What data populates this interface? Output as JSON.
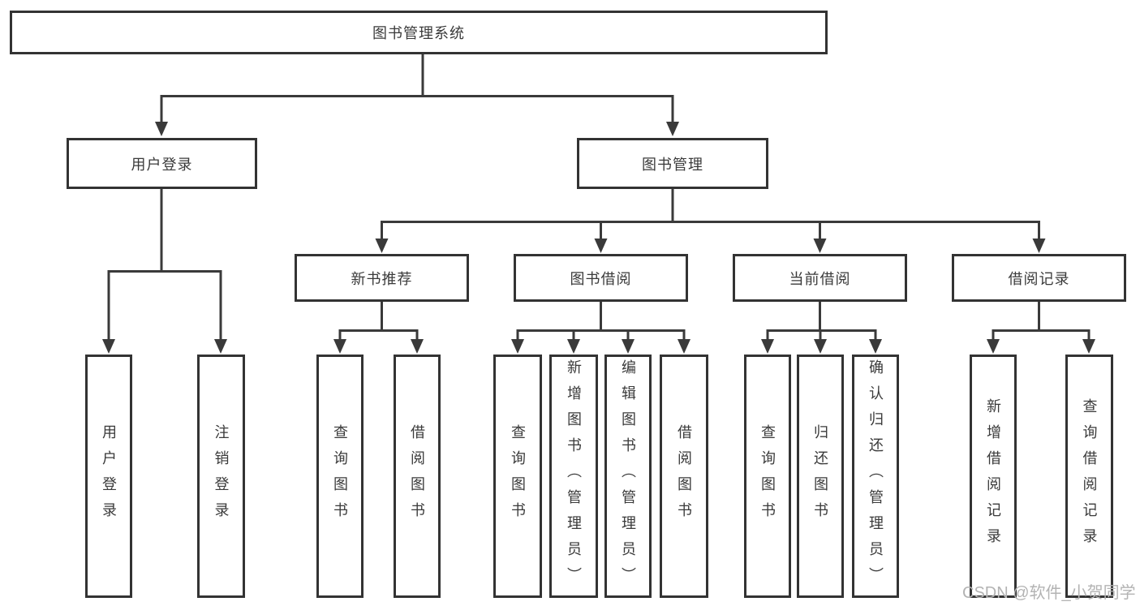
{
  "root": {
    "label": "图书管理系统"
  },
  "level2": {
    "user_login": {
      "label": "用户登录"
    },
    "book_management": {
      "label": "图书管理"
    }
  },
  "level3": {
    "new_book_recommendation": {
      "label": "新书推荐"
    },
    "book_borrowing": {
      "label": "图书借阅"
    },
    "current_borrowing": {
      "label": "当前借阅"
    },
    "borrowing_records": {
      "label": "借阅记录"
    }
  },
  "leaves": {
    "user_login": {
      "label": "用户登录"
    },
    "logout": {
      "label": "注销登录"
    },
    "recommend_query_book": {
      "label": "查询图书"
    },
    "recommend_borrow_book": {
      "label": "借阅图书"
    },
    "borrowing_query_book": {
      "label": "查询图书"
    },
    "borrowing_add_book_admin": {
      "label": "新增图书（管理员）"
    },
    "borrowing_edit_book_admin": {
      "label": "编辑图书（管理员）"
    },
    "borrowing_borrow_book": {
      "label": "借阅图书"
    },
    "current_query_book": {
      "label": "查询图书"
    },
    "current_return_book": {
      "label": "归还图书"
    },
    "current_confirm_return_admin": {
      "label": "确认归还（管理员）"
    },
    "records_add_record": {
      "label": "新增借阅记录"
    },
    "records_query_record": {
      "label": "查询借阅记录"
    }
  },
  "watermark": {
    "text": "CSDN @软件_小贺同学"
  },
  "colors": {
    "line": "#3a3a3a",
    "box_border": "#333333",
    "text": "#3a3a3a",
    "watermark": "#b3b3b3",
    "background": "#ffffff"
  }
}
